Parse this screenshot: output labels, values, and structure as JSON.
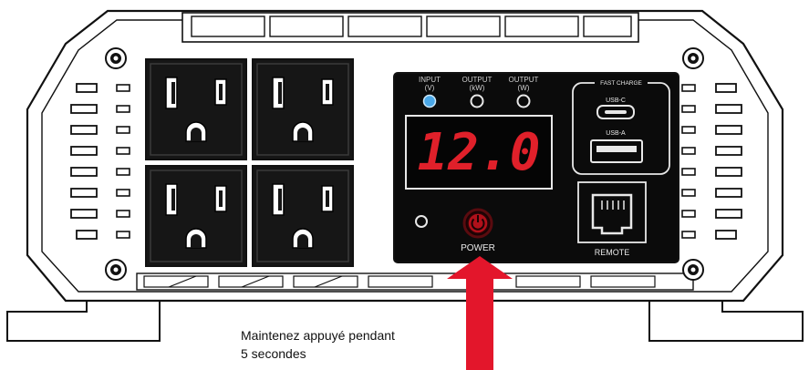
{
  "panel": {
    "indicators": [
      {
        "line1": "INPUT",
        "line2": "(V)",
        "active": true
      },
      {
        "line1": "OUTPUT",
        "line2": "(kW)",
        "active": false
      },
      {
        "line1": "OUTPUT",
        "line2": "(W)",
        "active": false
      }
    ],
    "display_value": "12.0",
    "power_label": "POWER",
    "fast_charge_label": "FAST CHARGE",
    "usb_c_label": "USB-C",
    "usb_a_label": "USB-A",
    "remote_label": "REMOTE"
  },
  "outlets_count": 4,
  "instruction": {
    "line1": "Maintenez appuyé pendant",
    "line2": "5 secondes"
  },
  "colors": {
    "body": "#ffffff",
    "outline": "#111111",
    "outlet": "#161616",
    "panel": "#0b0b0b",
    "display_digits": "#e0202a",
    "input_led": "#4aa8e8",
    "power_button": "#b0101a",
    "arrow": "#e3162b"
  }
}
